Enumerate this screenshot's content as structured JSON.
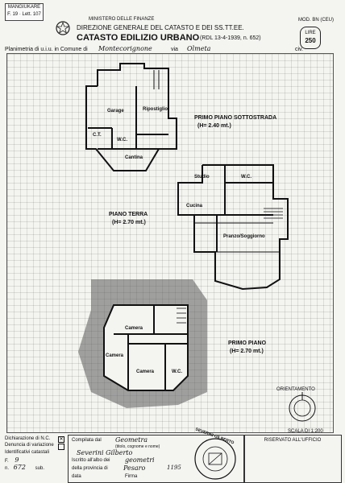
{
  "header": {
    "stamp_lines": [
      "MANGIUKARE",
      "F. 19 · Lett. 107"
    ],
    "ministry": "MINISTERO DELLE FINANZE",
    "direction": "DIREZIONE GENERALE DEL CATASTO E DEI SS.TT.EE.",
    "title": "CATASTO EDILIZIO URBANO",
    "law": "(RDL 13-4-1939, n. 652)",
    "mod": "MOD. BN (CEU)",
    "price_label": "LIRE",
    "price_value": "250"
  },
  "planimetry": {
    "label": "Planimetria di u.i.u. in Comune di",
    "comune": "Montecorignone",
    "via_label": "via",
    "via_value": "Olmeta",
    "civ_label": "civ."
  },
  "floors": [
    {
      "name": "PRIMO PIANO SOTTOSTRADA",
      "height": "(H= 2.40 mt.)",
      "rooms": [
        "Garage",
        "Ripostiglio",
        "C.T.",
        "W.C.",
        "Cantina"
      ]
    },
    {
      "name": "PIANO TERRA",
      "height": "(H= 2.70 mt.)",
      "rooms": [
        "Studio",
        "W.C.",
        "Cucina",
        "Pranzo/Soggiorno"
      ]
    },
    {
      "name": "PRIMO PIANO",
      "height": "(H= 2.70 mt.)",
      "rooms": [
        "Camera",
        "Camera",
        "Camera",
        "W.C."
      ]
    }
  ],
  "orientation_label": "ORIENTAMENTO",
  "scale_label": "SCALA DI 1:200",
  "bottom": {
    "left": {
      "dich_nc": "Dichiarazione di N.C.",
      "denuncia": "Denuncia di variazione",
      "identificativi": "Identificativi catastali",
      "f_label": "F.",
      "f_value": "9",
      "n_label": "n.",
      "n_value": "672",
      "sub_label": "sub."
    },
    "middle": {
      "compilata_label": "Compilata dal",
      "compilata_value": "Geometra",
      "compilata_hint": "(titolo, cognome e nome)",
      "nome_value": "Severini Gilberto",
      "iscritto_label": "Iscritto all'albo dei",
      "iscritto_value": "geometri",
      "provincia_label": "della provincia di",
      "provincia_value": "Pesaro",
      "numero_value": "1195",
      "data_label": "data",
      "firma_label": "Firma"
    },
    "seal_text": "SEVERINI GILBERTO",
    "reserved": "RISERVATO ALL'UFFICIO"
  }
}
